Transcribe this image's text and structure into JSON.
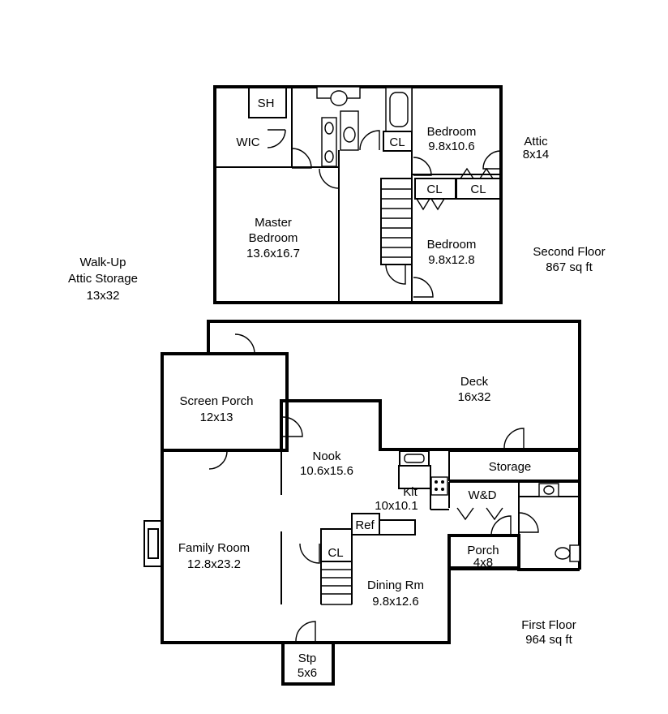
{
  "labels": {
    "sh": "SH",
    "wic": "WIC",
    "cl_bath": "CL",
    "bedroom1_name": "Bedroom",
    "bedroom1_size": "9.8x10.6",
    "attic_name": "Attic",
    "attic_size": "8x14",
    "cl_hall1": "CL",
    "cl_hall2": "CL",
    "master_line1": "Master",
    "master_line2": "Bedroom",
    "master_size": "13.6x16.7",
    "bedroom2_name": "Bedroom",
    "bedroom2_size": "9.8x12.8",
    "second_floor": "Second Floor",
    "second_floor_area": "867 sq ft",
    "walkup_line1": "Walk-Up",
    "walkup_line2": "Attic Storage",
    "walkup_size": "13x32",
    "deck_name": "Deck",
    "deck_size": "16x32",
    "screen_porch_name": "Screen Porch",
    "screen_porch_size": "12x13",
    "nook_name": "Nook",
    "nook_size": "10.6x15.6",
    "storage": "Storage",
    "kit_name": "Kit",
    "kit_size": "10x10.1",
    "wd": "W&D",
    "ref": "Ref",
    "family_name": "Family Room",
    "family_size": "12.8x23.2",
    "porch_name": "Porch",
    "porch_size": "4x8",
    "cl_stair": "CL",
    "dining_name": "Dining Rm",
    "dining_size": "9.8x12.6",
    "first_floor": "First Floor",
    "first_floor_area": "964 sq ft",
    "stp_name": "Stp",
    "stp_size": "5x6"
  }
}
